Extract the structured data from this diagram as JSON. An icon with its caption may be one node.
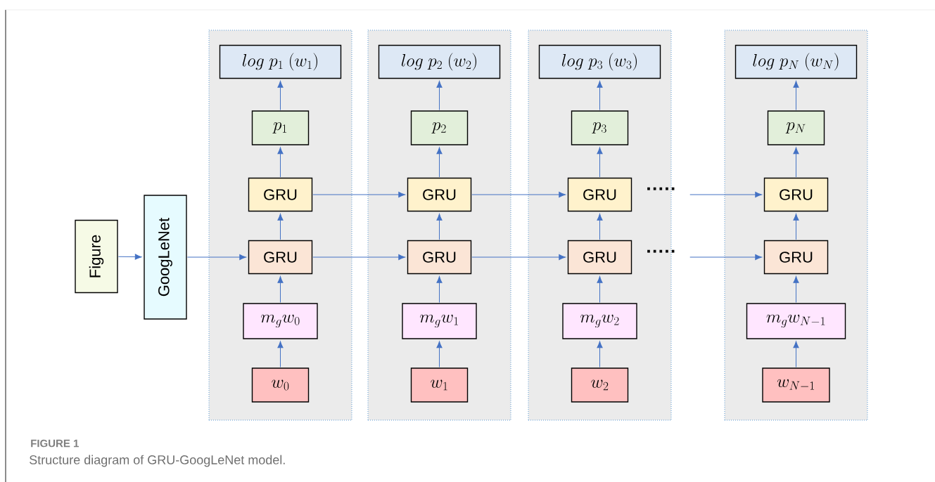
{
  "diagram": {
    "caption": "Structure diagram of GRU-GoogLeNet model.",
    "nodes": [
      {
        "text": [
          "Figure"
        ]
      },
      {
        "text": [
          "GoogLeNet"
        ]
      },
      {
        "text": [],
        "shape": "box"
      },
      {
        "text": [
          "log\\ p_{1}\\ (w_{1})"
        ],
        "in": 2
      },
      {
        "text": [
          "p_{1}"
        ],
        "in": 2
      },
      {
        "text": [
          "GRU"
        ],
        "in": 2
      },
      {
        "text": [
          "GRU"
        ],
        "in": 2
      },
      {
        "text": [
          "m_{g}w_{0}"
        ],
        "in": 2
      },
      {
        "text": [
          "w_{0}"
        ],
        "in": 2
      },
      {
        "text": [],
        "shape": "box"
      },
      {
        "text": [
          "log\\ p_{2}\\ (w_{2})"
        ],
        "in": 9
      },
      {
        "text": [
          "p_{2}"
        ],
        "in": 9
      },
      {
        "text": [
          "GRU"
        ],
        "in": 9
      },
      {
        "text": [
          "GRU"
        ],
        "in": 9
      },
      {
        "text": [
          "m_{g}w_{1}"
        ],
        "in": 9
      },
      {
        "text": [
          "w_{1}"
        ],
        "in": 9
      },
      {
        "text": [],
        "shape": "box"
      },
      {
        "text": [
          "log\\ p_{3}\\ (w_{3})"
        ],
        "in": 16
      },
      {
        "text": [
          "p_{3}"
        ],
        "in": 16
      },
      {
        "text": [
          "GRU"
        ],
        "in": 16
      },
      {
        "text": [
          "GRU"
        ],
        "in": 16
      },
      {
        "text": [
          "m_{g}w_{2}"
        ],
        "in": 16
      },
      {
        "text": [
          "w_{2}"
        ],
        "in": 16
      },
      {
        "text": [],
        "shape": "box"
      },
      {
        "text": [
          "log\\ p_{N}\\ (w_{N})"
        ],
        "in": 23
      },
      {
        "text": [
          "p_{N}"
        ],
        "in": 23
      },
      {
        "text": [
          "GRU"
        ],
        "in": 23
      },
      {
        "text": [
          "GRU"
        ],
        "in": 23
      },
      {
        "text": [
          "m_{g}w_{N-1}"
        ],
        "in": 23
      },
      {
        "text": [
          "w_{N-1}"
        ],
        "in": 23
      }
    ],
    "edges": [
      {
        "from": 0,
        "to": 1,
        "arrow": "to"
      },
      {
        "from": 1,
        "to": 6,
        "arrow": "to"
      },
      {
        "from": 8,
        "to": 7,
        "arrow": "to"
      },
      {
        "from": 7,
        "to": 6,
        "arrow": "to"
      },
      {
        "from": 6,
        "to": 5,
        "arrow": "to"
      },
      {
        "from": 5,
        "to": 4,
        "arrow": "to"
      },
      {
        "from": 4,
        "to": 3,
        "arrow": "to"
      },
      {
        "from": 15,
        "to": 14,
        "arrow": "to"
      },
      {
        "from": 14,
        "to": 13,
        "arrow": "to"
      },
      {
        "from": 13,
        "to": 12,
        "arrow": "to"
      },
      {
        "from": 12,
        "to": 11,
        "arrow": "to"
      },
      {
        "from": 11,
        "to": 10,
        "arrow": "to"
      },
      {
        "from": 22,
        "to": 21,
        "arrow": "to"
      },
      {
        "from": 21,
        "to": 20,
        "arrow": "to"
      },
      {
        "from": 20,
        "to": 19,
        "arrow": "to"
      },
      {
        "from": 19,
        "to": 18,
        "arrow": "to"
      },
      {
        "from": 18,
        "to": 17,
        "arrow": "to"
      },
      {
        "from": 29,
        "to": 28,
        "arrow": "to"
      },
      {
        "from": 28,
        "to": 27,
        "arrow": "to"
      },
      {
        "from": 27,
        "to": 26,
        "arrow": "to"
      },
      {
        "from": 26,
        "to": 25,
        "arrow": "to"
      },
      {
        "from": 25,
        "to": 24,
        "arrow": "to"
      },
      {
        "from": 5,
        "to": 12,
        "arrow": "to"
      },
      {
        "from": 6,
        "to": 13,
        "arrow": "to"
      },
      {
        "from": 12,
        "to": 19,
        "arrow": "to"
      },
      {
        "from": 13,
        "to": 20,
        "arrow": "to"
      },
      {
        "from": null,
        "to": 26,
        "arrow": "to"
      },
      {
        "from": null,
        "to": 27,
        "arrow": "to"
      }
    ],
    "labels": [
      "·····",
      "·····",
      "FIGURE 1"
    ]
  }
}
